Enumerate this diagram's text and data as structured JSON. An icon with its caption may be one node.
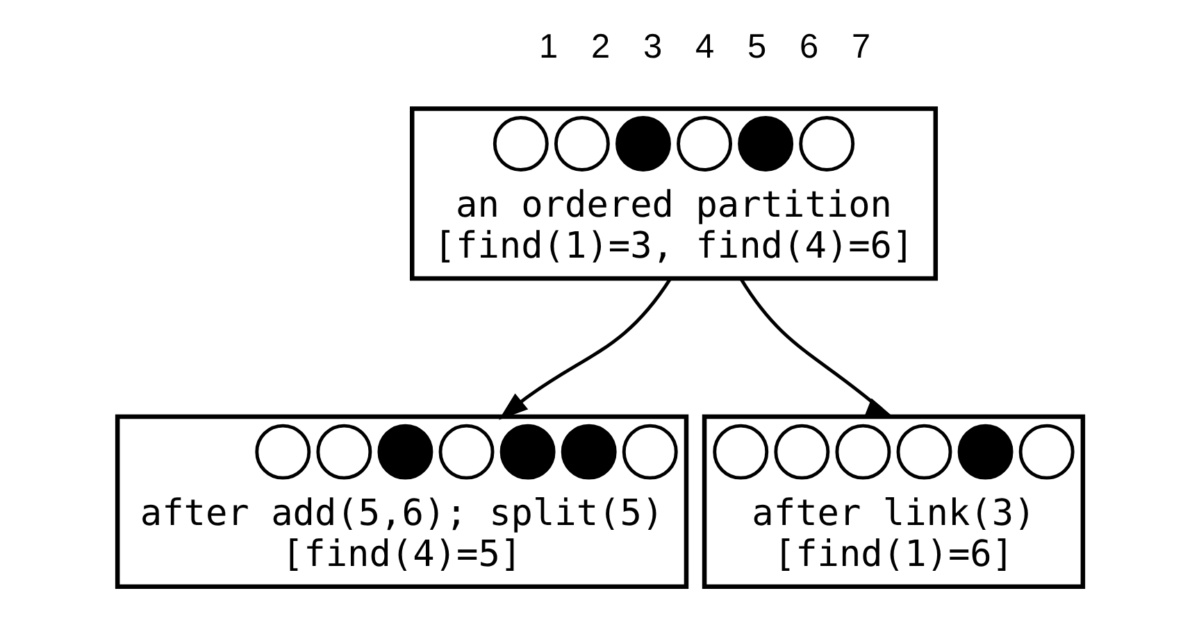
{
  "diagram": {
    "nodes": [
      {
        "text": [],
        "shape": "box",
        "beside": [
          "an ordered partition",
          "[find(1)=3, find(4)=6]"
        ]
      },
      {
        "text": [],
        "shape": "circle",
        "in": 0
      },
      {
        "text": [],
        "shape": "circle",
        "in": 0
      },
      {
        "text": [],
        "shape": "dot",
        "in": 0
      },
      {
        "text": [],
        "shape": "circle",
        "in": 0
      },
      {
        "text": [],
        "shape": "dot",
        "in": 0
      },
      {
        "text": [],
        "shape": "circle",
        "in": 0
      },
      {
        "text": [],
        "shape": "box",
        "beside": [
          "after add(5,6); split(5)",
          "[find(4)=5]"
        ]
      },
      {
        "text": [],
        "shape": "circle",
        "in": 7
      },
      {
        "text": [],
        "shape": "circle",
        "in": 7
      },
      {
        "text": [],
        "shape": "dot",
        "in": 7
      },
      {
        "text": [],
        "shape": "circle",
        "in": 7
      },
      {
        "text": [],
        "shape": "dot",
        "in": 7
      },
      {
        "text": [],
        "shape": "dot",
        "in": 7
      },
      {
        "text": [],
        "shape": "circle",
        "in": 7
      },
      {
        "text": [],
        "shape": "box",
        "beside": [
          "after link(3)",
          "[find(1)=6]"
        ]
      },
      {
        "text": [],
        "shape": "circle",
        "in": 15
      },
      {
        "text": [],
        "shape": "circle",
        "in": 15
      },
      {
        "text": [],
        "shape": "circle",
        "in": 15
      },
      {
        "text": [],
        "shape": "circle",
        "in": 15
      },
      {
        "text": [],
        "shape": "dot",
        "in": 15
      },
      {
        "text": [],
        "shape": "circle",
        "in": 15
      }
    ],
    "edges": [
      {
        "from": 0,
        "to": 7,
        "arrow": "to"
      },
      {
        "from": 0,
        "to": 15,
        "arrow": "to"
      }
    ],
    "labels": [
      "1",
      "2",
      "3",
      "4",
      "5",
      "6",
      "7"
    ]
  }
}
